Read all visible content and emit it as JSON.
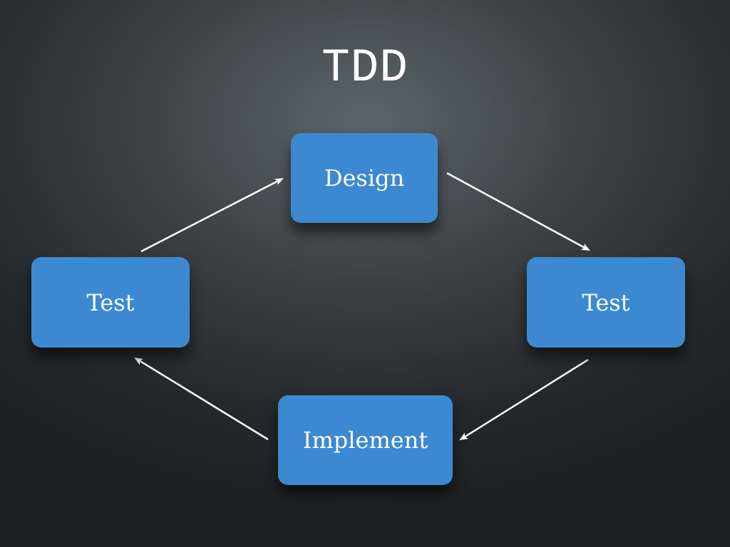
{
  "title": "TDD",
  "nodes": {
    "design": "Design",
    "test_right": "Test",
    "implement": "Implement",
    "test_left": "Test"
  },
  "colors": {
    "node_fill": "#3d89d1",
    "arrow": "#ffffff",
    "text": "#ffffff"
  },
  "edges": [
    {
      "from": "Test",
      "to": "Design"
    },
    {
      "from": "Design",
      "to": "Test"
    },
    {
      "from": "Test",
      "to": "Implement"
    },
    {
      "from": "Implement",
      "to": "Test"
    }
  ]
}
